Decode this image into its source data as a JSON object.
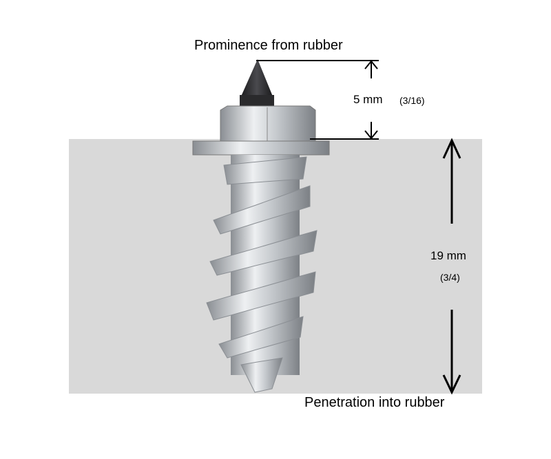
{
  "title": "Prominence from rubber",
  "bottom_label": "Penetration into rubber",
  "prominence": {
    "value": "5 mm",
    "fraction": "(3/16)"
  },
  "penetration": {
    "value": "19 mm",
    "fraction": "(3/4)"
  },
  "colors": {
    "rubber": "#d9d9d9",
    "metal": "#c8ccd0",
    "tip": "#2e2e30"
  }
}
